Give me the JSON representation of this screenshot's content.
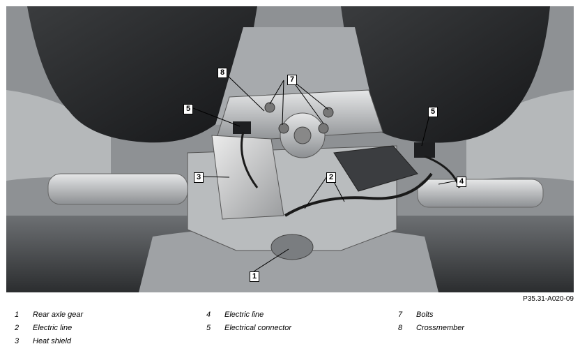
{
  "figure_code": "P35.31-A020-09",
  "callouts": [
    "1",
    "2",
    "3",
    "4",
    "5",
    "5",
    "7",
    "8"
  ],
  "legend": [
    {
      "num": "1",
      "text": "Rear axle gear"
    },
    {
      "num": "2",
      "text": "Electric line"
    },
    {
      "num": "3",
      "text": "Heat shield"
    },
    {
      "num": "4",
      "text": "Electric line"
    },
    {
      "num": "5",
      "text": "Electrical connector"
    },
    {
      "num": "7",
      "text": "Bolts"
    },
    {
      "num": "8",
      "text": "Crossmember"
    }
  ],
  "colors": {
    "frame": "#cfd2d4",
    "dark_part": "#2a2c2e",
    "callout_bg": "#ffffff",
    "callout_border": "#000000"
  }
}
